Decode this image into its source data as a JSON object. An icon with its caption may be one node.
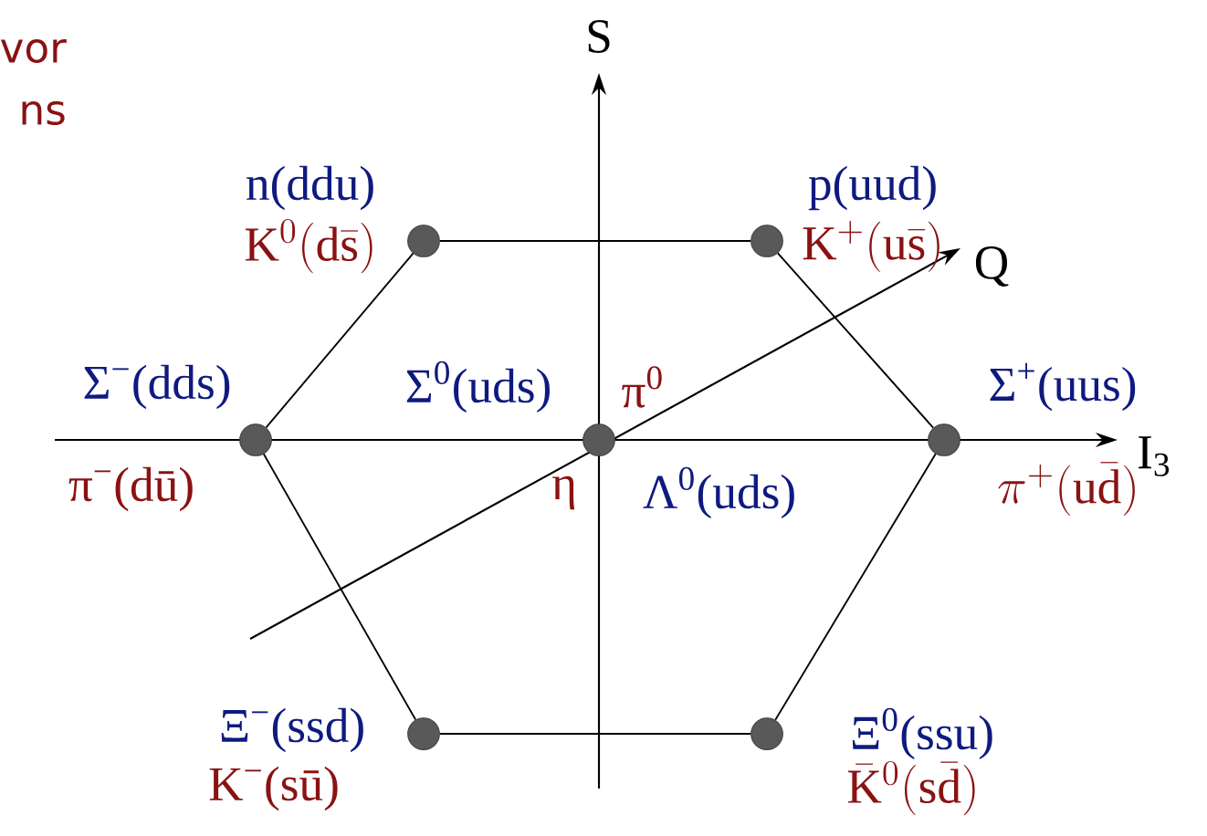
{
  "diagram": {
    "nodes": [
      {
        "text": [],
        "shape": "circle",
        "beside": [
          "n(ddu)",
          "\\mathrm{K}^{0}(\\mathrm{d}\\bar{\\mathrm{s}})"
        ]
      },
      {
        "text": [],
        "shape": "circle",
        "beside": [
          "p(uud)",
          "\\mathrm{K}^{+}(\\mathrm{u}\\bar{\\mathrm{s}})"
        ]
      },
      {
        "text": [],
        "shape": "circle",
        "beside": [
          "Σ$^{−}$(dds)",
          "π$^{−}$(dū)"
        ]
      },
      {
        "text": [],
        "shape": "circle",
        "beside": [
          "Σ$^{0}$(uds)",
          "π$^{0}$",
          "η",
          "Λ$^{0}$(uds)"
        ]
      },
      {
        "text": [],
        "shape": "circle",
        "beside": [
          "Σ$^{+}$(uus)",
          "\\pi^{+}(\\mathrm{u}\\bar{\\mathrm{d}})"
        ]
      },
      {
        "text": [],
        "shape": "circle",
        "beside": [
          "Ξ$^{−}$(ssd)",
          "K$^{−}$(sū)"
        ]
      },
      {
        "text": [],
        "shape": "circle",
        "beside": [
          "Ξ$^{0}$(ssu)",
          "\\bar{\\mathrm{K}}^{0}(\\mathrm{s}\\bar{\\mathrm{d}})"
        ]
      }
    ],
    "edges": [
      {
        "from": 0,
        "to": 1,
        "arrow": "none"
      },
      {
        "from": 1,
        "to": 4,
        "arrow": "none"
      },
      {
        "from": 4,
        "to": 6,
        "arrow": "none"
      },
      {
        "from": 6,
        "to": 5,
        "arrow": "none"
      },
      {
        "from": 5,
        "to": 2,
        "arrow": "none"
      },
      {
        "from": 2,
        "to": 0,
        "arrow": "none"
      }
    ],
    "labels": [
      "vor",
      "ns",
      "S",
      "Q",
      "I$_{3}$"
    ]
  }
}
